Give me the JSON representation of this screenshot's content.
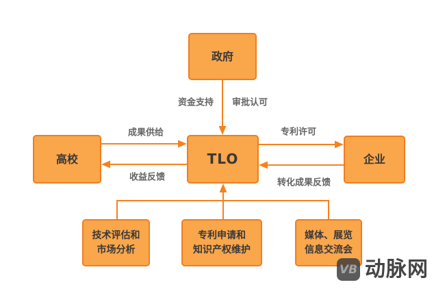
{
  "diagram": {
    "nodes": {
      "government": {
        "label": "政府"
      },
      "tlo": {
        "label": "TLO"
      },
      "university": {
        "label": "高校"
      },
      "enterprise": {
        "label": "企业"
      },
      "tech_eval": {
        "line1": "技术评估和",
        "line2": "市场分析"
      },
      "patent_apply": {
        "line1": "专利申请和",
        "line2": "知识产权维护"
      },
      "media_exchange": {
        "line1": "媒体、展览",
        "line2": "信息交流会"
      }
    },
    "edge_labels": {
      "funding": "资金支持",
      "approval": "审批认可",
      "supply": "成果供给",
      "income_feedback": "收益反馈",
      "license": "专利许可",
      "result_feedback": "转化成果反馈"
    },
    "colors": {
      "node_fill": "#FAA64B",
      "node_border": "#EE7E20",
      "arrow": "#F5821F",
      "node_text": "#383838",
      "label_text": "#646464"
    }
  },
  "watermark": {
    "logo_text": "VB",
    "brand": "动脉网"
  }
}
